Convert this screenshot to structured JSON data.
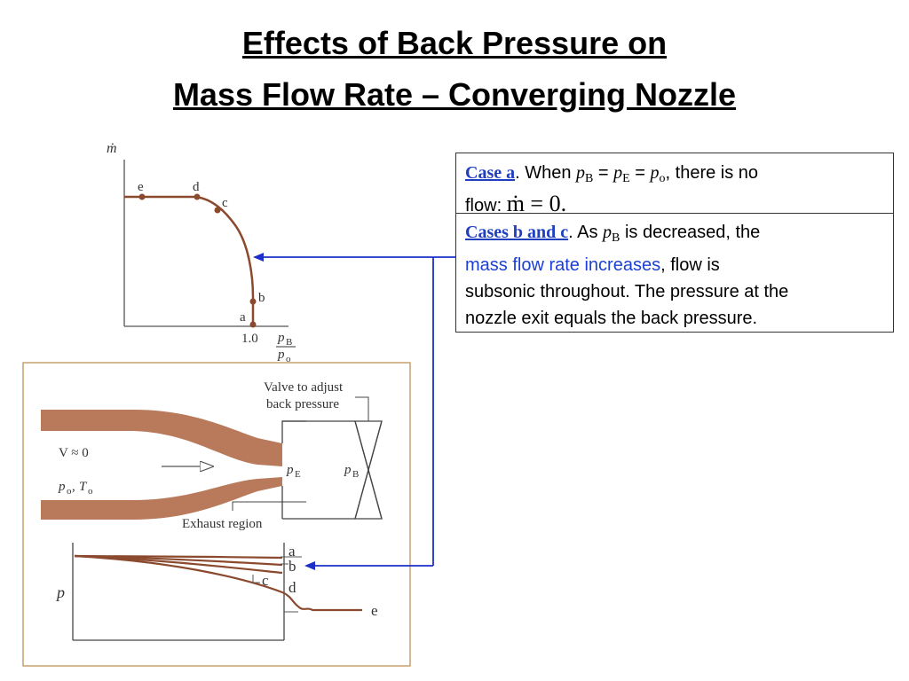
{
  "title": {
    "line1": "Effects of Back Pressure on",
    "line2": "Mass Flow Rate – Converging Nozzle"
  },
  "case_a": {
    "label": "Case a",
    "after_label": ".  When ",
    "p": "p",
    "sub_B": "B",
    "sub_E": "E",
    "sub_o": "o",
    "eq": " = ",
    "tail": ", there is no",
    "line2": "flow: ",
    "mdot_equation": "ṁ = 0."
  },
  "case_bc": {
    "label": "Cases b and c",
    "after_label": ".  As ",
    "p": "p",
    "sub_B": "B",
    "text1": " is decreased, the",
    "highlight": "mass flow rate increases",
    "text2": ", flow is",
    "line3": "subsonic throughout. The pressure at the",
    "line4": "nozzle exit equals the back pressure."
  },
  "top_plot": {
    "y_label": "ṁ",
    "points": [
      "e",
      "d",
      "c",
      "b",
      "a"
    ],
    "x_tick": "1.0",
    "x_label_num": "p",
    "x_label_num_sub": "B",
    "x_label_den": "p",
    "x_label_den_sub": "o"
  },
  "nozzle": {
    "valve_label_1": "Valve to adjust",
    "valve_label_2": "back pressure",
    "inlet_v": "V ≈ 0",
    "inlet_state": "p",
    "inlet_state_sub": "o",
    "inlet_state_sep": ", ",
    "inlet_T": "T",
    "inlet_T_sub": "o",
    "pE": "p",
    "pE_sub": "E",
    "pB": "p",
    "pB_sub": "B",
    "exhaust": "Exhaust region"
  },
  "bottom_plot": {
    "y_label": "p",
    "curves": [
      "a",
      "b",
      "c",
      "d",
      "e"
    ]
  },
  "colors": {
    "curve": "#8b4a2e",
    "nozzle_fill": "#b87a5a",
    "arrow": "#1c2fc9",
    "highlight": "#1c3fd6"
  }
}
